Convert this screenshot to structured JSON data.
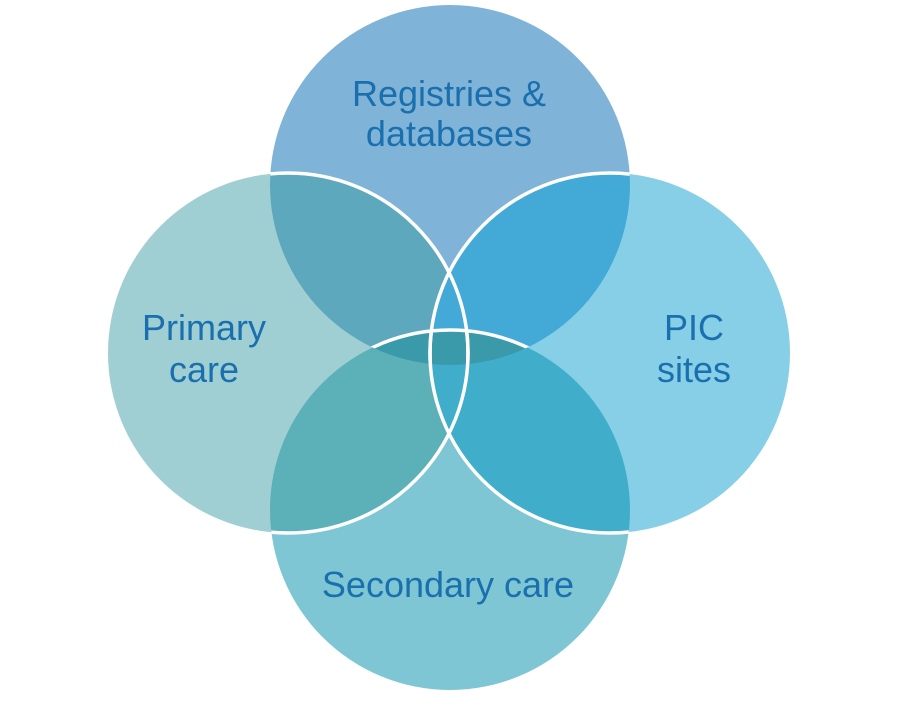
{
  "diagram": {
    "type": "venn",
    "circles": [
      {
        "id": "top",
        "lines": [
          "Registries &",
          "databases"
        ],
        "fill": "#7fb3d7"
      },
      {
        "id": "left",
        "lines": [
          "Primary",
          "care"
        ],
        "fill": "#9fcfd3"
      },
      {
        "id": "right",
        "lines": [
          "PIC",
          "sites"
        ],
        "fill": "#86cfe6"
      },
      {
        "id": "bottom",
        "lines": [
          "Secondary care"
        ],
        "fill": "#7ec6d4"
      }
    ],
    "overlap_colors": {
      "top_left": "#5ea8bd",
      "top_right": "#43a9d6",
      "left_bottom": "#5cb1b9",
      "right_bottom": "#40aecb",
      "center": "#3a9aaa"
    },
    "outline_color": "#ffffff",
    "text_color": "#1a6fae"
  }
}
